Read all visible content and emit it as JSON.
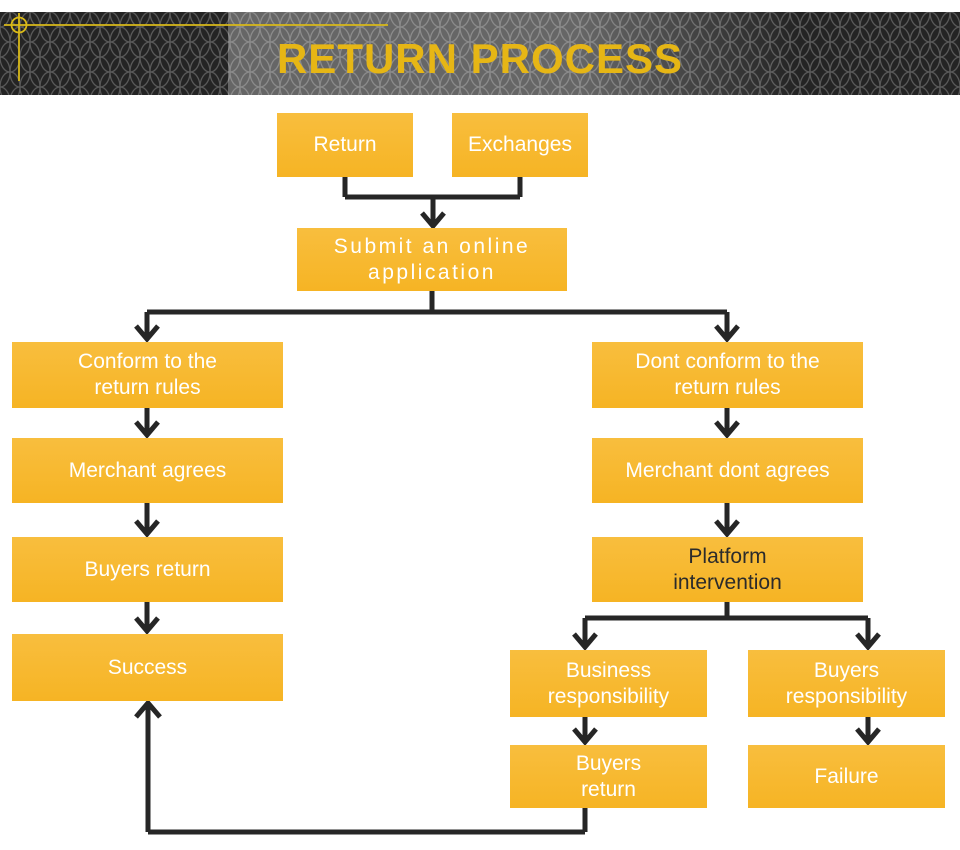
{
  "header": {
    "title": "RETURN PROCESS",
    "colors": {
      "band_background": "#242424",
      "band_highlight": "#6B6B6B",
      "title": "#E6B615",
      "ornament": "#D9B918"
    }
  },
  "flowchart": {
    "colors": {
      "box": "#F7B82A",
      "box_text": "#FFFFFF",
      "platform_text": "#2B2B2B",
      "connector": "#262626"
    },
    "nodes": {
      "return": {
        "label": "Return"
      },
      "exchanges": {
        "label": "Exchanges"
      },
      "submit_application": {
        "label": "Submit an online\napplication"
      },
      "conform_rules": {
        "label": "Conform to the\nreturn rules"
      },
      "merchant_agrees": {
        "label": "Merchant agrees"
      },
      "buyers_return": {
        "label": "Buyers return"
      },
      "success": {
        "label": "Success"
      },
      "dont_conform_rules": {
        "label": "Dont conform to the\nreturn rules"
      },
      "merchant_dont_agrees": {
        "label": "Merchant dont agrees"
      },
      "platform_intervention": {
        "label": "Platform\nintervention"
      },
      "business_responsibility": {
        "label": "Business\nresponsibility"
      },
      "buyers_responsibility": {
        "label": "Buyers\nresponsibility"
      },
      "buyers_return_2": {
        "label": "Buyers\nreturn"
      },
      "failure": {
        "label": "Failure"
      }
    },
    "edges": [
      {
        "from": "return",
        "to": "submit_application"
      },
      {
        "from": "exchanges",
        "to": "submit_application"
      },
      {
        "from": "submit_application",
        "to": "conform_rules"
      },
      {
        "from": "submit_application",
        "to": "dont_conform_rules"
      },
      {
        "from": "conform_rules",
        "to": "merchant_agrees"
      },
      {
        "from": "merchant_agrees",
        "to": "buyers_return"
      },
      {
        "from": "buyers_return",
        "to": "success"
      },
      {
        "from": "dont_conform_rules",
        "to": "merchant_dont_agrees"
      },
      {
        "from": "merchant_dont_agrees",
        "to": "platform_intervention"
      },
      {
        "from": "platform_intervention",
        "to": "business_responsibility"
      },
      {
        "from": "platform_intervention",
        "to": "buyers_responsibility"
      },
      {
        "from": "business_responsibility",
        "to": "buyers_return_2"
      },
      {
        "from": "buyers_responsibility",
        "to": "failure"
      },
      {
        "from": "buyers_return_2",
        "to": "success"
      }
    ]
  }
}
